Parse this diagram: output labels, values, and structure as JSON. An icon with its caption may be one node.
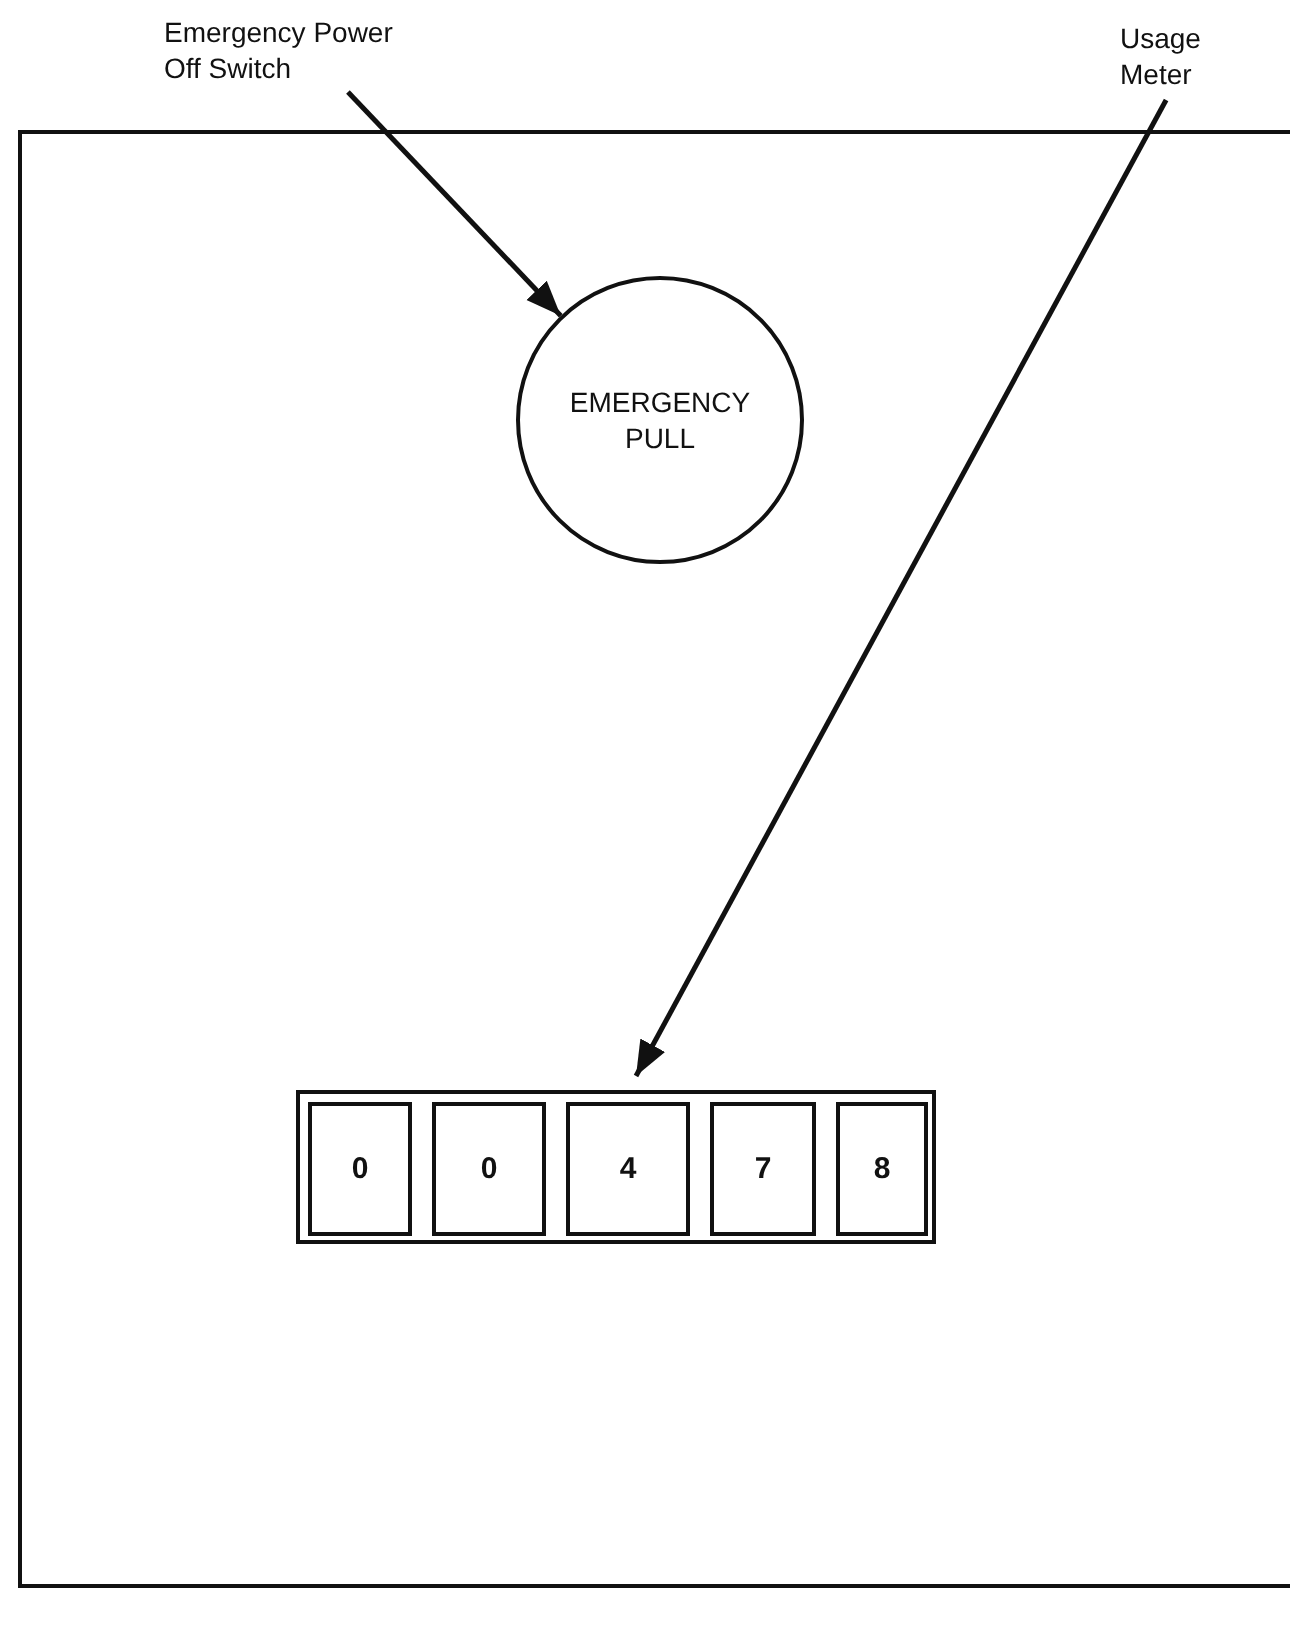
{
  "diagram": {
    "nodes": [
      {
        "text": [
          "Emergency Power Off Switch"
        ]
      },
      {
        "text": [
          "Usage Meter"
        ]
      },
      {
        "text": [
          "EMERGENCY PULL"
        ]
      },
      {
        "text": [],
        "shape": "box"
      },
      {
        "text": [
          "0"
        ],
        "in": 3
      },
      {
        "text": [
          "0"
        ],
        "in": 3
      },
      {
        "text": [
          "4"
        ],
        "in": 3
      },
      {
        "text": [
          "7"
        ],
        "in": 3
      },
      {
        "text": [
          "8"
        ],
        "in": 3
      }
    ],
    "edges": [
      {
        "from": 0,
        "to": 2,
        "arrow": "to"
      },
      {
        "from": 1,
        "to": 3,
        "arrow": "to"
      }
    ]
  }
}
